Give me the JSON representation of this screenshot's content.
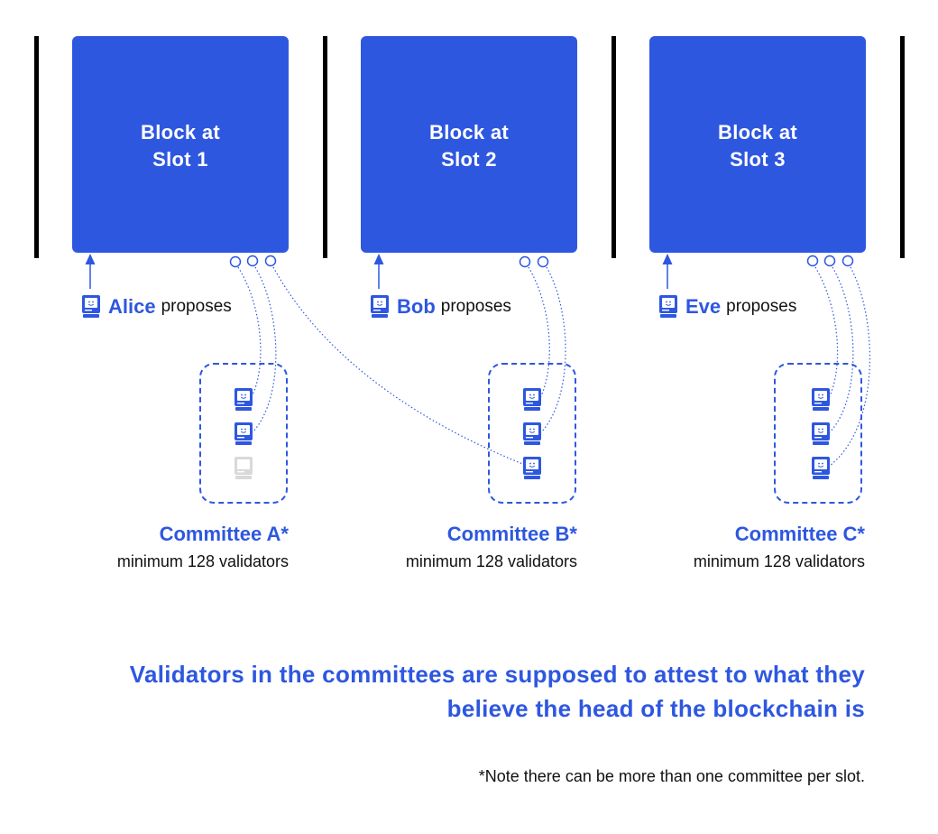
{
  "blocks": [
    {
      "title": "Block at\nSlot 1"
    },
    {
      "title": "Block at\nSlot 2"
    },
    {
      "title": "Block at\nSlot 3"
    }
  ],
  "proposers": [
    {
      "name": "Alice",
      "action": "proposes"
    },
    {
      "name": "Bob",
      "action": "proposes"
    },
    {
      "name": "Eve",
      "action": "proposes"
    }
  ],
  "committees": [
    {
      "name": "Committee A*",
      "subtitle": "minimum 128 validators"
    },
    {
      "name": "Committee B*",
      "subtitle": "minimum 128 validators"
    },
    {
      "name": "Committee C*",
      "subtitle": "minimum 128 validators"
    }
  ],
  "headline": "Validators in the committees are supposed to attest to what they believe the head of the blockchain is",
  "note": "*Note there can be more than one committee per slot.",
  "colors": {
    "accent": "#2e57e0",
    "divider": "#000000",
    "inactive": "#d9d9d9"
  },
  "icons": {
    "validator": "computer-icon",
    "propose": "arrow-up-icon",
    "attestation": "circle-icon"
  }
}
